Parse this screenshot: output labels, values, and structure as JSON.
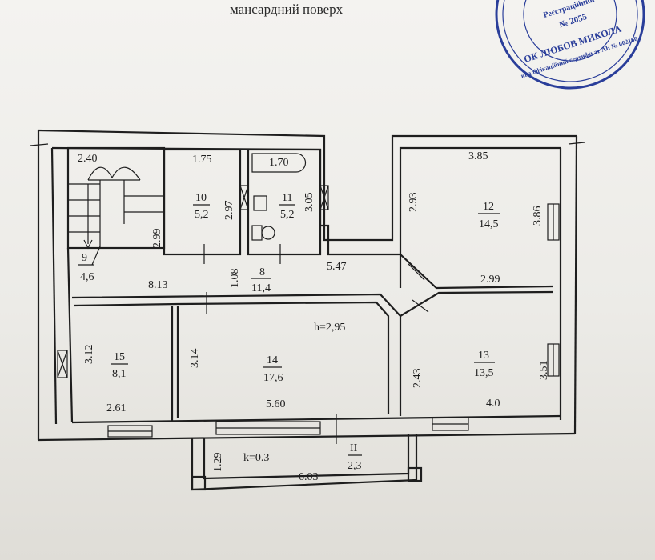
{
  "title": "мансардний поверх",
  "stamp": {
    "line1": "Реєстраційний",
    "line2": "№ 2055",
    "line3": "ОК ЛЮБОВ МИКОЛА",
    "line4": "кваліфікаційний сертифікат АЕ № 002160",
    "color": "#2a3e9a"
  },
  "plan": {
    "ceiling_height": "h=2,95",
    "rooms": [
      {
        "number": "9",
        "area": "4,6"
      },
      {
        "number": "10",
        "area": "5,2"
      },
      {
        "number": "11",
        "area": "5,2"
      },
      {
        "number": "8",
        "area": "11,4"
      },
      {
        "number": "12",
        "area": "14,5"
      },
      {
        "number": "13",
        "area": "13,5"
      },
      {
        "number": "14",
        "area": "17,6"
      },
      {
        "number": "15",
        "area": "8,1"
      },
      {
        "number": "II",
        "area": "2,3"
      }
    ],
    "balcony_coef": "k=0.3",
    "dims": {
      "d240": "2.40",
      "d175": "1.75",
      "d170": "1.70",
      "d297": "2.97",
      "d305": "3.05",
      "d299a": "2.99",
      "d108": "1.08",
      "d547": "5.47",
      "d813": "8.13",
      "d385": "3.85",
      "d293": "2.93",
      "d386": "3.86",
      "d299b": "2.99",
      "d312": "3.12",
      "d314": "3.14",
      "d243": "2.43",
      "d351": "3.51",
      "d261": "2.61",
      "d560": "5.60",
      "d40": "4.0",
      "d129": "1.29",
      "d603": "6.03"
    }
  }
}
